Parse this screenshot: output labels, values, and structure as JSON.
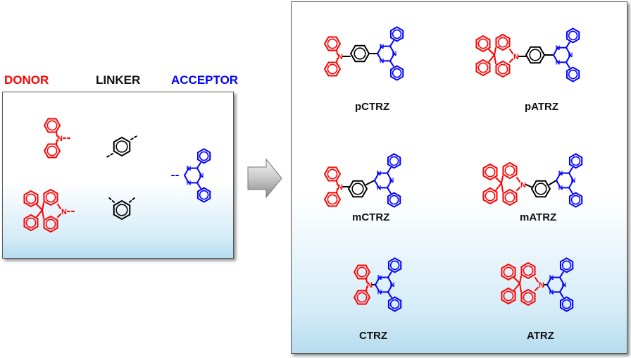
{
  "headers": {
    "donor": "DONOR",
    "linker": "LINKER",
    "acceptor": "ACCEPTOR"
  },
  "compounds": [
    "pCTRZ",
    "pATRZ",
    "mCTRZ",
    "mATRZ",
    "CTRZ",
    "ATRZ"
  ],
  "atom_labels": {
    "nitrogen": "N"
  },
  "colors": {
    "donor": "#ff0000",
    "linker": "#000000",
    "acceptor": "#0000ff"
  }
}
